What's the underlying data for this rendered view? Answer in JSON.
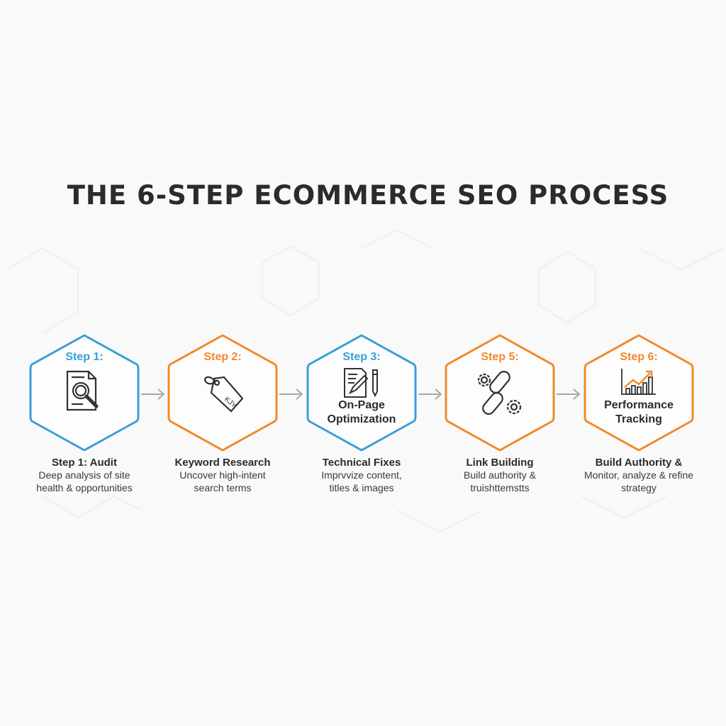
{
  "title": "THE 6-STEP ECOMMERCE SEO PROCESS",
  "colors": {
    "blue": "#3a9fd8",
    "orange": "#f08a2c",
    "arrow": "#a8a8a8"
  },
  "steps": [
    {
      "label": "Step 1:",
      "color": "blue",
      "icon": "document-search-icon",
      "inner": [],
      "caption": "Step 1: Audit",
      "desc": [
        "Deep analysis of site",
        "health & opportunities"
      ]
    },
    {
      "label": "Step 2:",
      "color": "orange",
      "icon": "price-tag-icon",
      "inner": [],
      "caption": "Keyword Research",
      "desc": [
        "Uncover high-intent",
        "search terms"
      ]
    },
    {
      "label": "Step 3:",
      "color": "blue",
      "icon": "edit-document-pencil-icon",
      "inner": [
        "On-Page",
        "Optimization"
      ],
      "caption": "Technical Fixes",
      "desc": [
        "Imprvvize content,",
        "titles & images"
      ]
    },
    {
      "label": "Step 5:",
      "color": "orange",
      "icon": "chain-link-gears-icon",
      "inner": [],
      "caption": "Link Building",
      "desc": [
        "Build authority &",
        "truishttemstts"
      ]
    },
    {
      "label": "Step 6:",
      "color": "orange",
      "icon": "growth-chart-icon",
      "inner": [
        "Performance",
        "Tracking"
      ],
      "caption": "Build Authority &",
      "desc": [
        "Monitor, analyze & refine",
        "strategy"
      ]
    }
  ]
}
